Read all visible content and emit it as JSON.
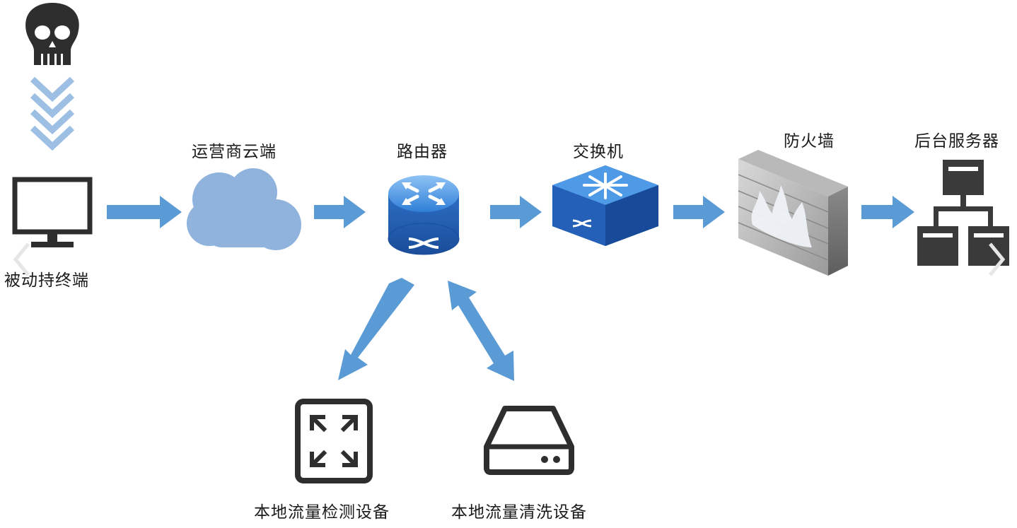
{
  "nodes": {
    "terminal": {
      "label": "被动持终端"
    },
    "cloud": {
      "label": "运营商云端"
    },
    "router": {
      "label": "路由器"
    },
    "switch": {
      "label": "交换机"
    },
    "firewall": {
      "label": "防火墙"
    },
    "server": {
      "label": "后台服务器"
    },
    "detect": {
      "label": "本地流量检测设备"
    },
    "clean": {
      "label": "本地流量清洗设备"
    }
  },
  "colors": {
    "arrow": "#5b9bd5",
    "chevron": "#9dbfe3",
    "cloud": "#8fb3dd",
    "icon_dark": "#3a3a3a",
    "router_blue": "#2a6fc9"
  },
  "icons": [
    "skull-icon",
    "chevron-down-icon",
    "monitor-icon",
    "cloud-icon",
    "router-icon",
    "switch-icon",
    "firewall-icon",
    "server-icon",
    "expand-icon",
    "hard-drive-icon"
  ],
  "carousel": {
    "prev": "‹",
    "next": "›"
  }
}
